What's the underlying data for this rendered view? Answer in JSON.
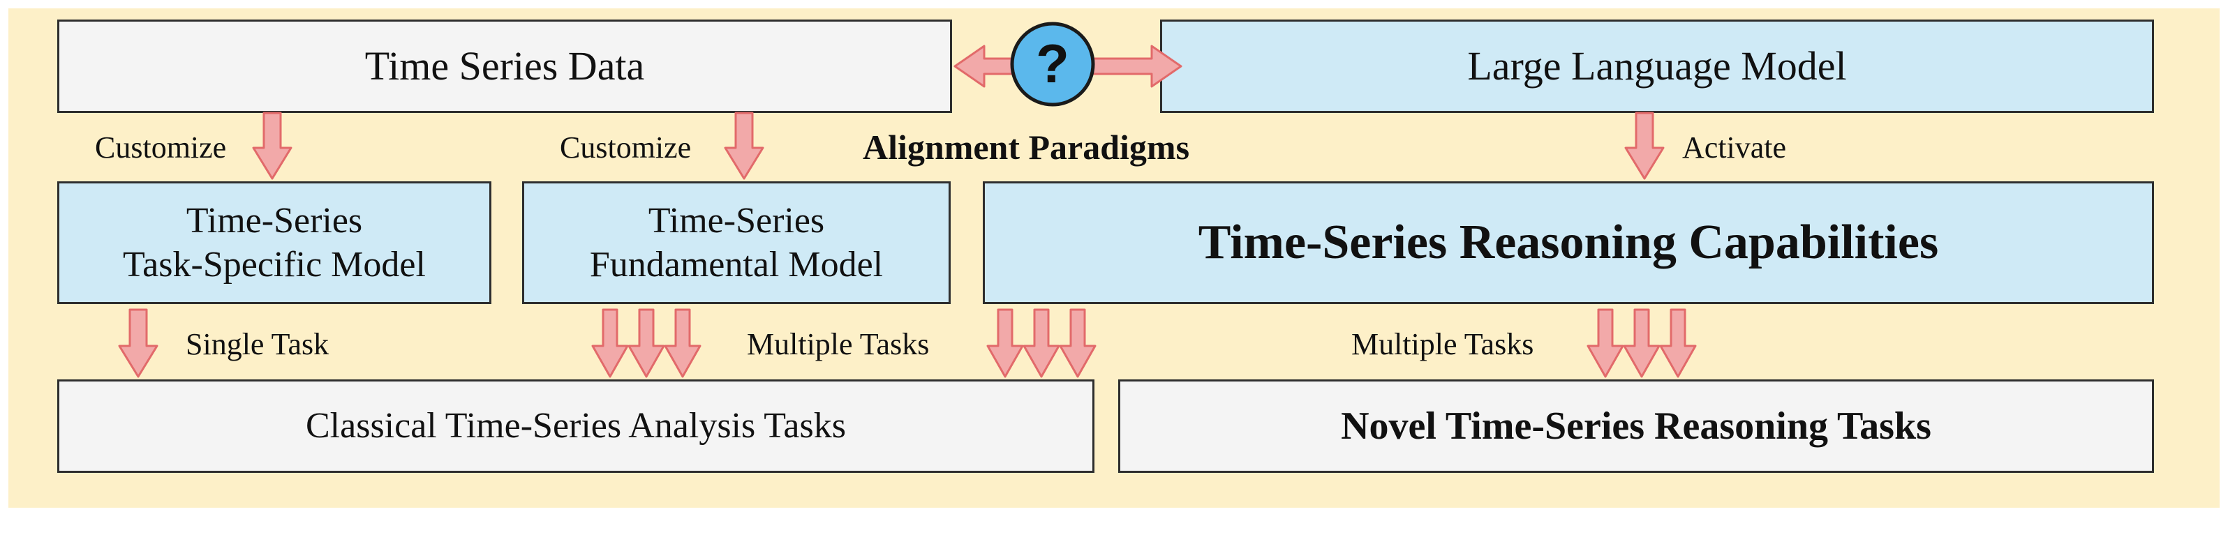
{
  "diagram": {
    "nodes": {
      "time_series_data": "Time Series Data",
      "llm": "Large Language Model",
      "task_specific_line1": "Time-Series",
      "task_specific_line2": "Task-Specific Model",
      "fundamental_line1": "Time-Series",
      "fundamental_line2": "Fundamental Model",
      "reasoning_capabilities": "Time-Series Reasoning Capabilities",
      "classical_tasks": "Classical Time-Series Analysis Tasks",
      "novel_tasks": "Novel Time-Series Reasoning Tasks"
    },
    "labels": {
      "customize_left": "Customize",
      "customize_mid": "Customize",
      "alignment": "Alignment Paradigms",
      "activate": "Activate",
      "single_task": "Single Task",
      "multiple_tasks_mid": "Multiple Tasks",
      "multiple_tasks_right": "Multiple Tasks"
    },
    "question_symbol": "?",
    "colors": {
      "panel": "#fdf0c8",
      "gray_box": "#f4f4f4",
      "blue_box": "#cfeaf6",
      "arrow_fill": "#f2a9a9",
      "arrow_stroke": "#e26a6a",
      "question_circle": "#5bb8ec"
    }
  }
}
